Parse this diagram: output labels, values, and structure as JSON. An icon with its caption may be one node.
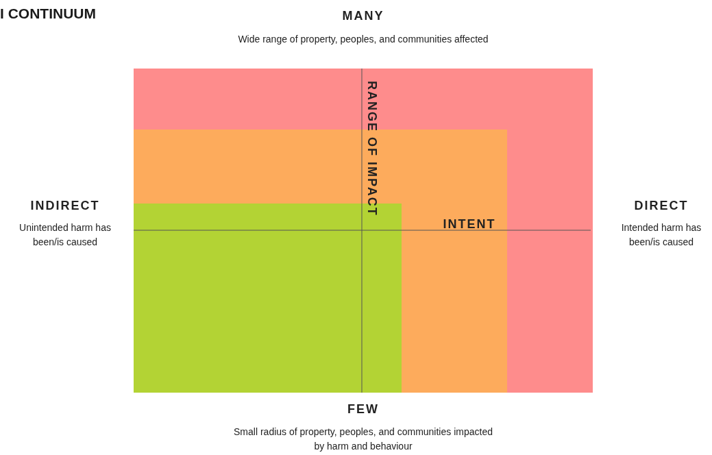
{
  "diagram": {
    "title": "I CONTINUUM",
    "nodes": [
      {
        "text": [],
        "shape": "box"
      },
      {
        "text": [],
        "shape": "box",
        "in": 0
      },
      {
        "text": [],
        "shape": "box",
        "in": 1
      }
    ],
    "labels": [
      "MANY",
      "Wide range of property, peoples, and communities affected",
      "RANGE OF IMPACT",
      "INDIRECT",
      "DIRECT",
      "Unintended harm has been/is caused",
      "INTENT",
      "Intended harm has been/is caused",
      "FEW",
      "Small radius of property, peoples, and communities impacted by harm and behaviour"
    ]
  }
}
